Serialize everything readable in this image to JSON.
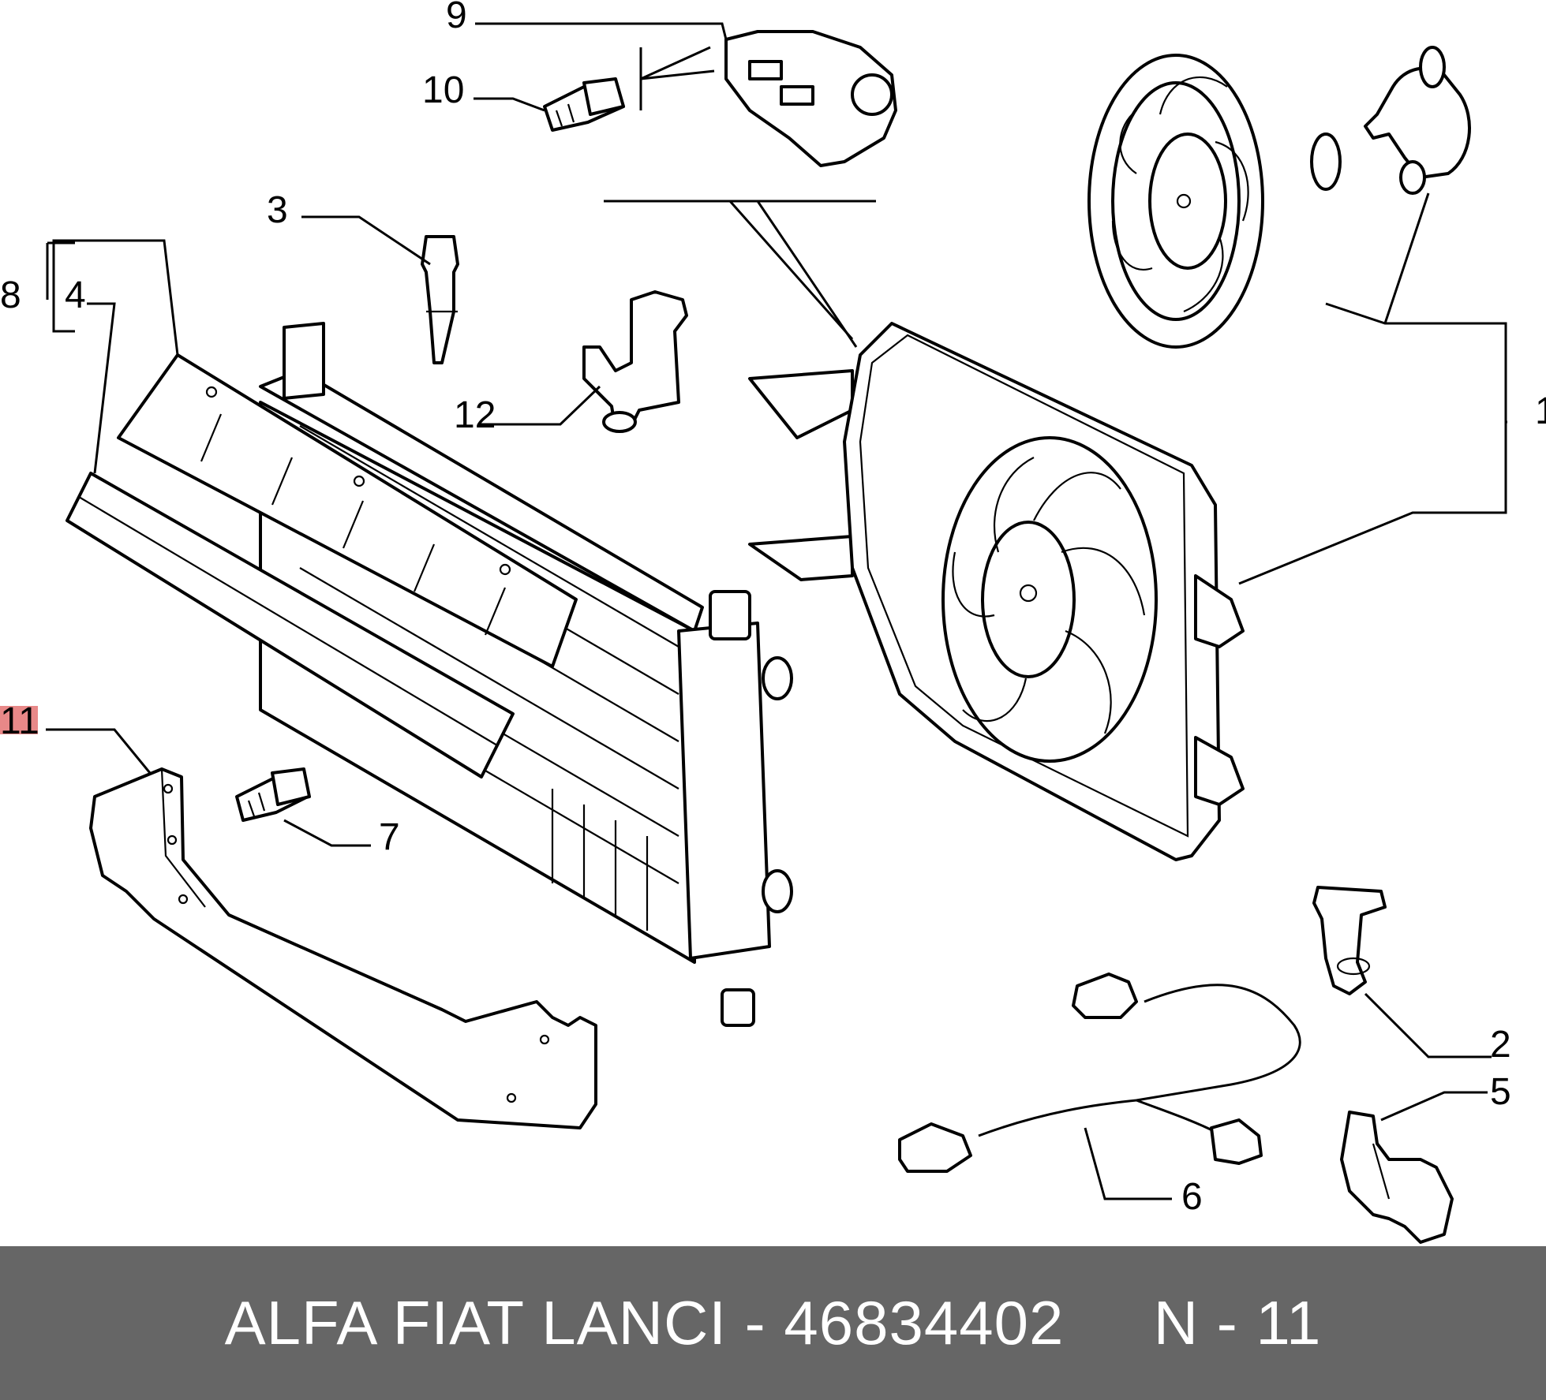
{
  "diagram": {
    "callouts": {
      "c1": "1",
      "c2": "2",
      "c3": "3",
      "c4": "4",
      "c5": "5",
      "c6": "6",
      "c7": "7",
      "c8": "8",
      "c9": "9",
      "c10": "10",
      "c11": "11",
      "c12": "12"
    },
    "highlight_color": "#e06060"
  },
  "footer": {
    "brand": "ALFA FIAT LANCI",
    "separator": " - ",
    "part_number": "46834402",
    "gap": "     ",
    "ref": "N - 11",
    "background": "#666666",
    "text_color": "#ffffff"
  }
}
